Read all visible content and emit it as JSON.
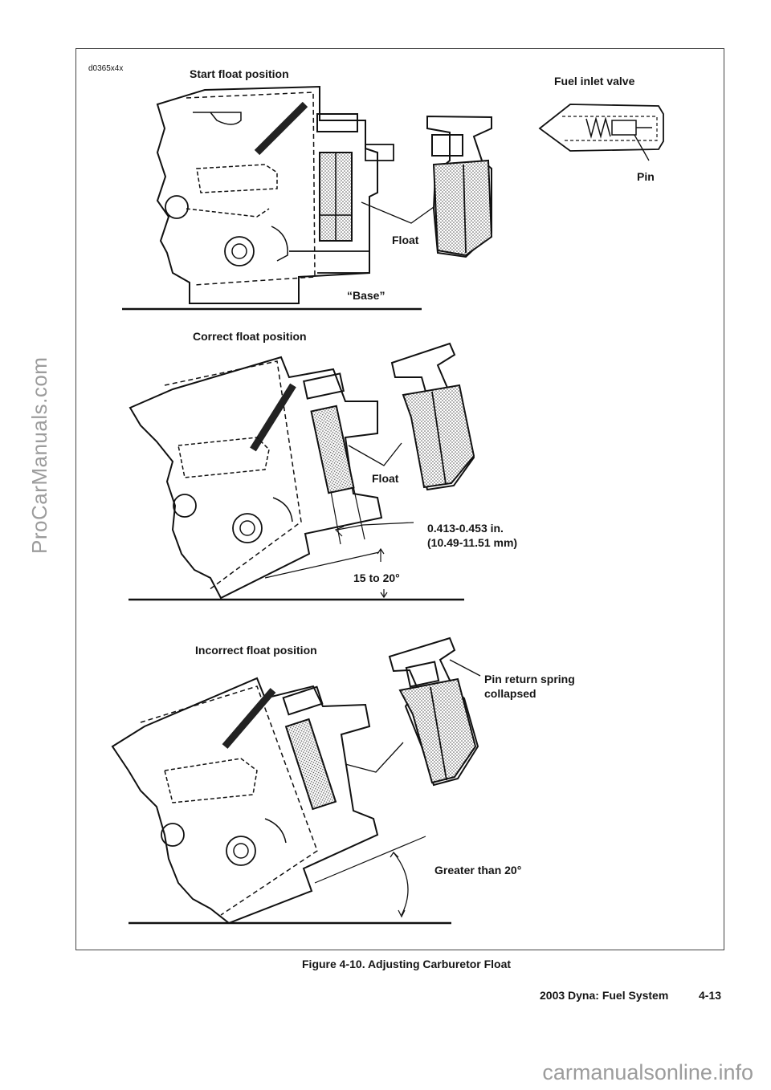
{
  "figure": {
    "code": "d0365x4x",
    "caption": "Figure 4-10. Adjusting Carburetor Float",
    "panels": {
      "start": {
        "title": "Start float position",
        "float_label": "Float",
        "base_label": "“Base”"
      },
      "correct": {
        "title": "Correct float position",
        "float_label": "Float",
        "measurement_in": "0.413-0.453 in.",
        "measurement_mm": "(10.49-11.51 mm)",
        "angle": "15 to 20°"
      },
      "incorrect": {
        "title": "Incorrect float position",
        "spring_line1": "Pin return spring",
        "spring_line2": "collapsed",
        "angle": "Greater than 20°"
      }
    },
    "valve": {
      "title": "Fuel inlet valve",
      "pin_label": "Pin"
    }
  },
  "footer": {
    "section": "2003 Dyna: Fuel System",
    "page": "4-13"
  },
  "watermarks": {
    "side": "ProCarManuals.com",
    "bottom": "carmanualsonline.info"
  }
}
